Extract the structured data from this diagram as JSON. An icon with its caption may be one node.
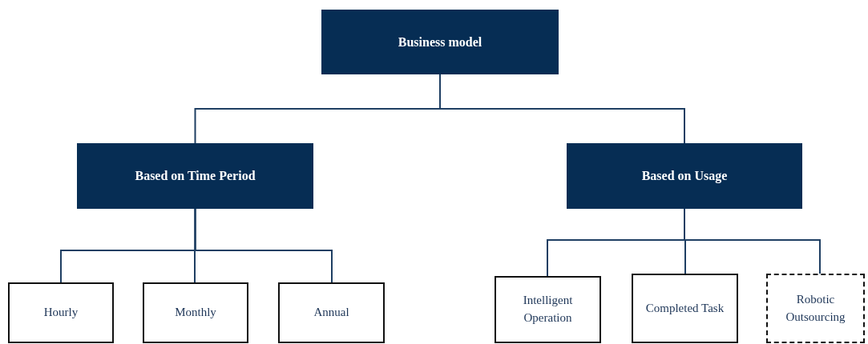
{
  "diagram": {
    "nodes": [
      {
        "text": [
          "Business model"
        ]
      },
      {
        "text": [
          "Based on Time Period"
        ]
      },
      {
        "text": [
          "Based on Usage"
        ]
      },
      {
        "text": [
          "Hourly"
        ]
      },
      {
        "text": [
          "Monthly"
        ]
      },
      {
        "text": [
          "Annual"
        ]
      },
      {
        "text": [
          "Intelligent Operation"
        ]
      },
      {
        "text": [
          "Completed Task"
        ]
      },
      {
        "text": [
          "Robotic Outsourcing"
        ]
      }
    ],
    "edges": [
      {
        "from": 0,
        "to": 1,
        "arrow": "none"
      },
      {
        "from": 0,
        "to": 2,
        "arrow": "none"
      },
      {
        "from": 1,
        "to": 3,
        "arrow": "none"
      },
      {
        "from": 1,
        "to": 4,
        "arrow": "none"
      },
      {
        "from": 1,
        "to": 5,
        "arrow": "none"
      },
      {
        "from": 2,
        "to": 6,
        "arrow": "none"
      },
      {
        "from": 2,
        "to": 7,
        "arrow": "none"
      },
      {
        "from": 2,
        "to": 8,
        "arrow": "none"
      }
    ]
  }
}
